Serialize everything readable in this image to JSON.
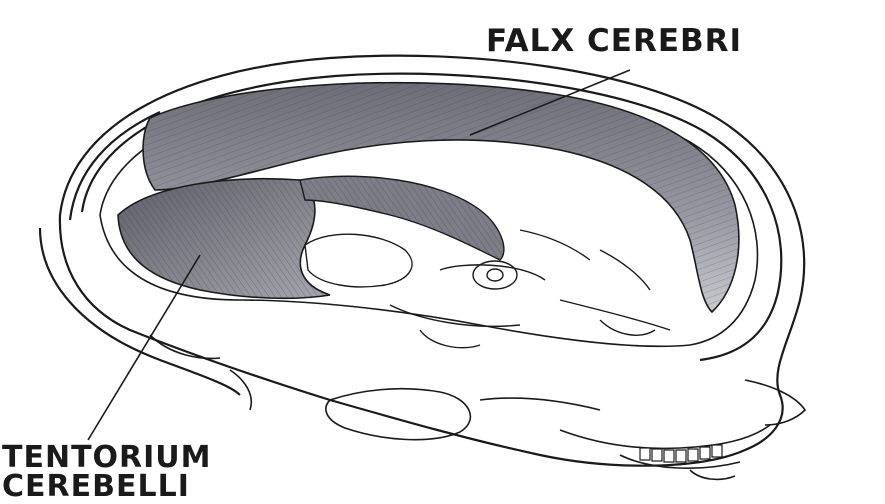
{
  "labels": {
    "falx": "FALX CEREBRI",
    "tentorium_line1": "TENTORIUM",
    "tentorium_line2": "CEREBELLI"
  },
  "colors": {
    "ink": "#1a1a1a",
    "shading": "#8a8a95",
    "background": "#ffffff"
  }
}
